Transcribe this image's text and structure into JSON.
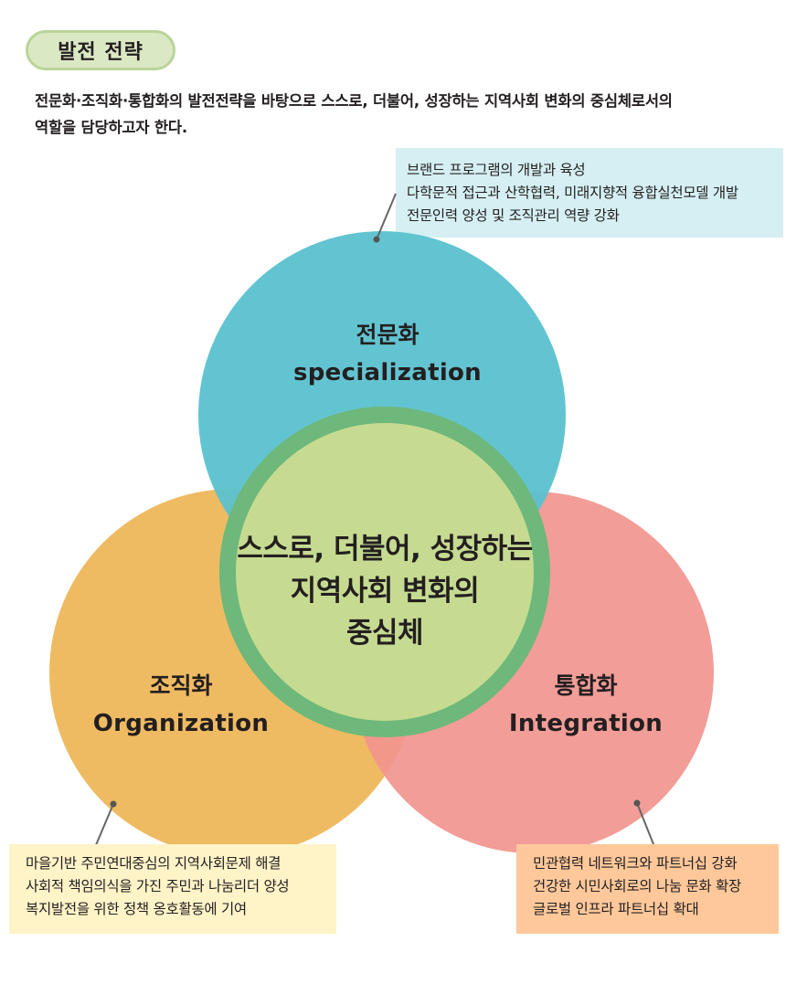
{
  "header": {
    "title": "발전 전략"
  },
  "intro": {
    "line1": "전문화·조직화·통합화의 발전전략을 바탕으로 스스로, 더불어, 성장하는 지역사회 변화의 중심체로서의",
    "line2": "역할을 담당하고자 한다."
  },
  "center": {
    "lines": [
      "스스로, 더불어, 성장하는",
      "지역사회 변화의",
      "중심체"
    ]
  },
  "circles": {
    "specialization": {
      "ko": "전문화",
      "en": "specialization",
      "color": "#5bc1cf"
    },
    "organization": {
      "ko": "조직화",
      "en": "Organization",
      "color": "#eeb75a"
    },
    "integration": {
      "ko": "통합화",
      "en": "Integration",
      "color": "#f1958e"
    },
    "center_fill": "#c6db91",
    "center_ring": "#6db87a"
  },
  "callouts": {
    "specialization": {
      "items": [
        "브랜드 프로그램의 개발과 육성",
        "다학문적 접근과 산학협력, 미래지향적 융합실천모델 개발",
        "전문인력 양성 및 조직관리 역량 강화"
      ],
      "color": "#d5eff2"
    },
    "organization": {
      "items": [
        "마을기반 주민연대중심의 지역사회문제 해결",
        "사회적 책임의식을 가진 주민과 나눔리더 양성",
        "복지발전을 위한 정책 옹호활동에 기여"
      ],
      "color": "#fff3c8"
    },
    "integration": {
      "items": [
        "민관협력 네트워크와 파트너십 강화",
        "건강한 시민사회로의 나눔 문화 확장",
        "글로벌 인프라 파트너십 확대"
      ],
      "color": "#fec89b"
    }
  }
}
